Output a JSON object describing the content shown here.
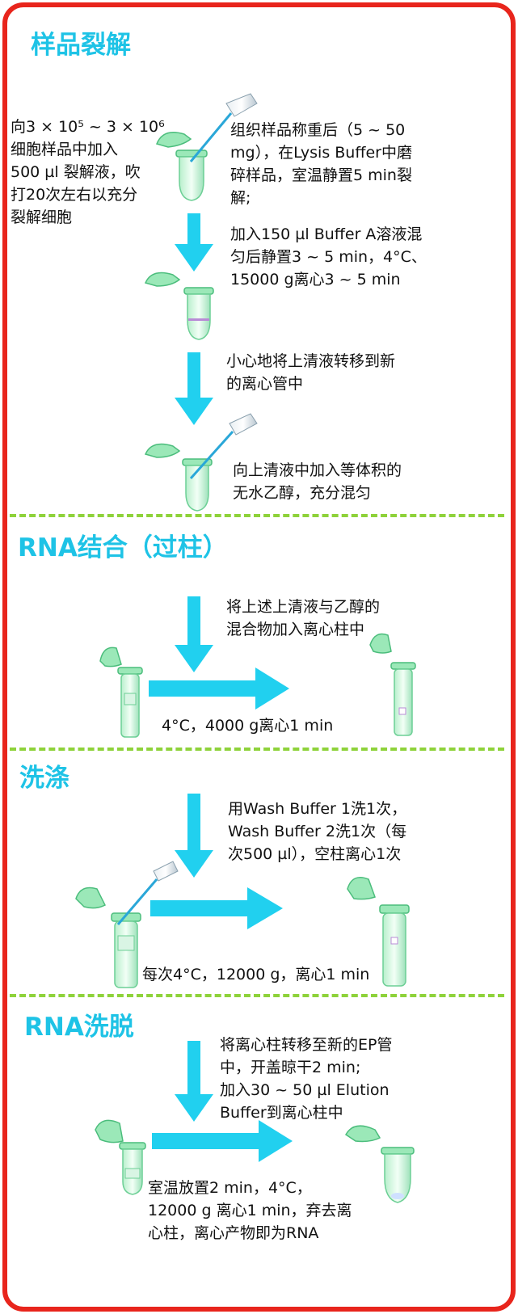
{
  "colors": {
    "frame": "#e8251c",
    "accent": "#1ec3e6",
    "divider": "#8ed23a",
    "tube": "#8fe0b0"
  },
  "sections": {
    "lysis": {
      "title": "样品裂解",
      "cells_text": "向3 × 10⁵ ~ 3 × 10⁶\n细胞样品中加入\n500 µl 裂解液，吹\n打20次左右以充分\n裂解细胞",
      "tissue_text": "组织样品称重后（5 ~ 50\nmg），在Lysis Buffer中磨\n碎样品，室温静置5 min裂\n解;",
      "step2_text": "加入150 µl Buffer A溶液混\n匀后静置3 ~ 5 min，4°C、\n15000 g离心3 ~ 5 min",
      "step3_text": "小心地将上清液转移到新\n的离心管中",
      "step4_text": "向上清液中加入等体积的\n无水乙醇，充分混匀"
    },
    "binding": {
      "title": "RNA结合（过柱）",
      "step1_text": "将上述上清液与乙醇的\n混合物加入离心柱中",
      "condition_text": "4°C，4000 g离心1 min"
    },
    "wash": {
      "title": "洗涤",
      "step1_text": "用Wash Buffer 1洗1次，\nWash Buffer 2洗1次（每\n次500 µl），空柱离心1次",
      "condition_text": "每次4°C，12000 g，离心1 min"
    },
    "elution": {
      "title": "RNA洗脱",
      "step1_text": "将离心柱转移至新的EP管\n中，开盖晾干2 min;\n加入30 ~ 50 µl Elution\nBuffer到离心柱中",
      "condition_text": "室温放置2 min，4°C，\n12000 g 离心1 min，弃去离\n心柱，离心产物即为RNA"
    }
  }
}
